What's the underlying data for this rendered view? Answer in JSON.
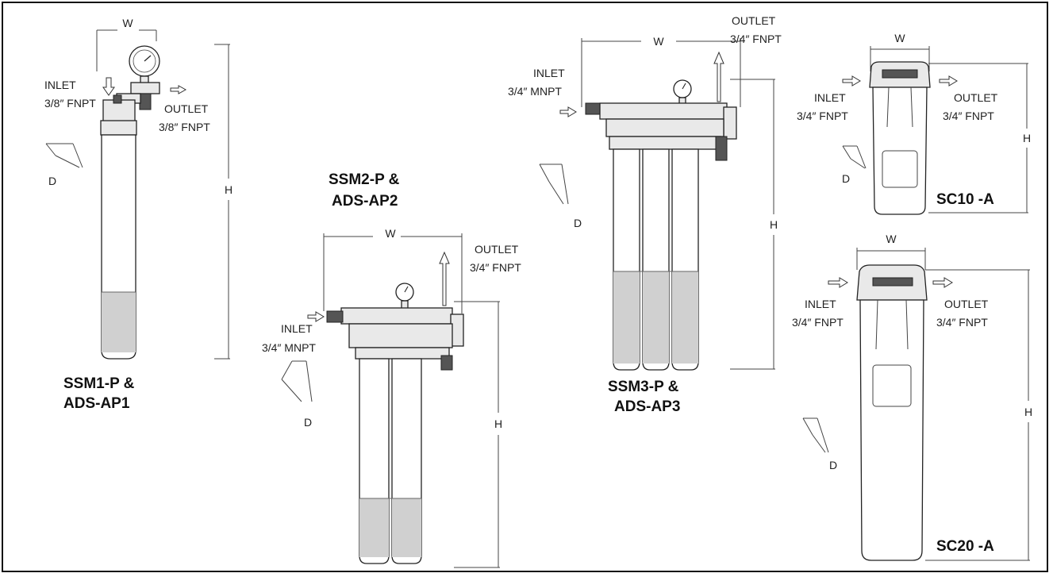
{
  "units": [
    {
      "id": "ssm1",
      "model_line1": "SSM1-P &",
      "model_line2": "ADS-AP1",
      "inlet_label": "INLET",
      "inlet_size": "3/8″ FNPT",
      "outlet_label": "OUTLET",
      "outlet_size": "3/8″ FNPT",
      "dim_w": "W",
      "dim_h": "H",
      "dim_d": "D"
    },
    {
      "id": "ssm2",
      "model_line1": "SSM2-P &",
      "model_line2": "ADS-AP2",
      "inlet_label": "INLET",
      "inlet_size": "3/4″ MNPT",
      "outlet_label": "OUTLET",
      "outlet_size": "3/4″ FNPT",
      "dim_w": "W",
      "dim_h": "H",
      "dim_d": "D"
    },
    {
      "id": "ssm3",
      "model_line1": "SSM3-P &",
      "model_line2": "ADS-AP3",
      "inlet_label": "INLET",
      "inlet_size": "3/4″ MNPT",
      "outlet_label": "OUTLET",
      "outlet_size": "3/4″ FNPT",
      "dim_w": "W",
      "dim_h": "H",
      "dim_d": "D"
    },
    {
      "id": "sc10",
      "model_line1": "SC10 -A",
      "inlet_label": "INLET",
      "inlet_size": "3/4″ FNPT",
      "outlet_label": "OUTLET",
      "outlet_size": "3/4″ FNPT",
      "dim_w": "W",
      "dim_h": "H",
      "dim_d": "D"
    },
    {
      "id": "sc20",
      "model_line1": "SC20 -A",
      "inlet_label": "INLET",
      "inlet_size": "3/4″ FNPT",
      "outlet_label": "OUTLET",
      "outlet_size": "3/4″ FNPT",
      "dim_w": "W",
      "dim_h": "H",
      "dim_d": "D"
    }
  ]
}
